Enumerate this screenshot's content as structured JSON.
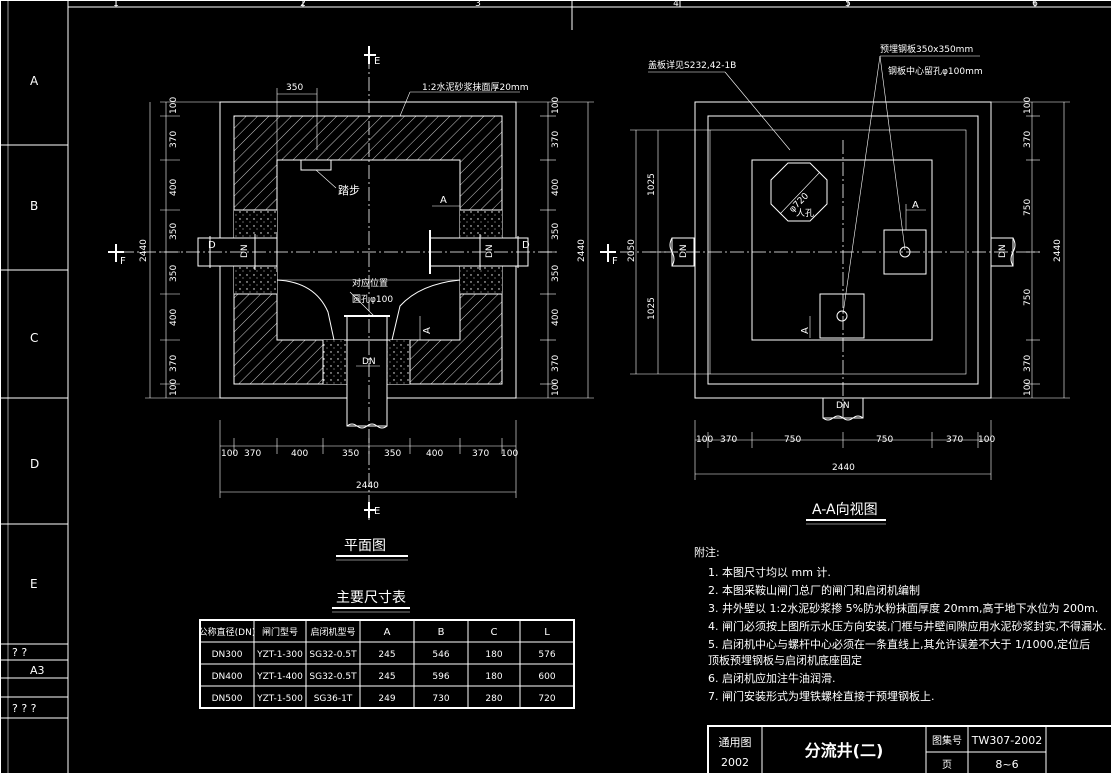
{
  "border": {
    "col_numbers": [
      "1",
      "2",
      "3",
      "4",
      "5",
      "6"
    ],
    "row_letters": [
      "A",
      "B",
      "C",
      "D",
      "E"
    ],
    "left_marks": [
      "? ?",
      "A3",
      "? ? ?"
    ]
  },
  "plan": {
    "title": "平面图",
    "section_marks": {
      "top": "E",
      "bottom": "E",
      "left": "F"
    },
    "note_plaster": "1:2水泥砂浆抹面厚20mm",
    "top_width": "350",
    "left_dims": [
      "100",
      "370",
      "400",
      "350",
      "350",
      "400",
      "370",
      "100"
    ],
    "left_total": "2440",
    "right_dims": [
      "100",
      "370",
      "400",
      "350",
      "350",
      "400",
      "370",
      "100"
    ],
    "right_total": "2440",
    "bottom_dims": [
      "100",
      "370",
      "400",
      "350",
      "350",
      "400",
      "370",
      "100"
    ],
    "bottom_total": "2440",
    "labels": {
      "pipe_left": "D",
      "pipe_right": "D",
      "dn_left": "DN",
      "dn_right": "DN",
      "dn_bottom": "DN",
      "a_top": "A",
      "a_bottom": "A",
      "ladder": "踏步",
      "weir_center": "对应位置",
      "weir_size": "圆孔φ100"
    }
  },
  "view": {
    "title": "A-A向视图",
    "section_marks": {
      "left": "F"
    },
    "note_cover": "盖板详见S232,42-1B",
    "note_embed": "预埋钢板350x350mm",
    "note_hole": "钢板中心留孔φ100mm",
    "manhole_dia": "φ720",
    "manhole": "人孔",
    "left_dims": [
      "1025",
      "1025"
    ],
    "left_total": "2050",
    "right_dims": [
      "100",
      "370",
      "750",
      "750",
      "370",
      "100"
    ],
    "right_total": "2440",
    "bottom_dims": [
      "100",
      "370",
      "750",
      "750",
      "370",
      "100"
    ],
    "bottom_total": "2440",
    "labels": {
      "a1": "A",
      "a2": "A",
      "dn_left": "DN",
      "dn_right": "DN",
      "dn_bottom": "DN"
    }
  },
  "table": {
    "title": "主要尺寸表",
    "headers": [
      "公称直径(DN)",
      "闸门型号",
      "启闭机型号",
      "A",
      "B",
      "C",
      "L"
    ],
    "rows": [
      [
        "DN300",
        "YZT-1-300",
        "SG32-0.5T",
        "245",
        "546",
        "180",
        "576"
      ],
      [
        "DN400",
        "YZT-1-400",
        "SG32-0.5T",
        "245",
        "596",
        "180",
        "600"
      ],
      [
        "DN500",
        "YZT-1-500",
        "SG36-1T",
        "249",
        "730",
        "280",
        "720"
      ]
    ]
  },
  "notes": {
    "title": "附注:",
    "items": [
      "1. 本图尺寸均以 mm 计.",
      "2. 本图采鞍山闸门总厂的闸门和启闭机编制",
      "3. 井外壁以 1:2水泥砂浆掺 5%防水粉抹面厚度 20mm,高于地下水位为 200m.",
      "4. 闸门必须按上图所示水压方向安装,门框与井壁间隙应用水泥砂浆封实,不得漏水.",
      "5. 启闭机中心与螺杆中心必须在一条直线上,其允许误差不大于 1/1000,定位后",
      "   顶板预埋钢板与启闭机底座固定",
      "6. 启闭机应加注牛油润滑.",
      "7. 闸门安装形式为埋铁螺栓直接于预埋钢板上."
    ]
  },
  "titleblock": {
    "label_general": "通用图",
    "year": "2002",
    "drawing_name": "分流井(二)",
    "label_no": "图集号",
    "atlas_no": "TW307-2002",
    "label_page": "页",
    "page": "8~6"
  }
}
